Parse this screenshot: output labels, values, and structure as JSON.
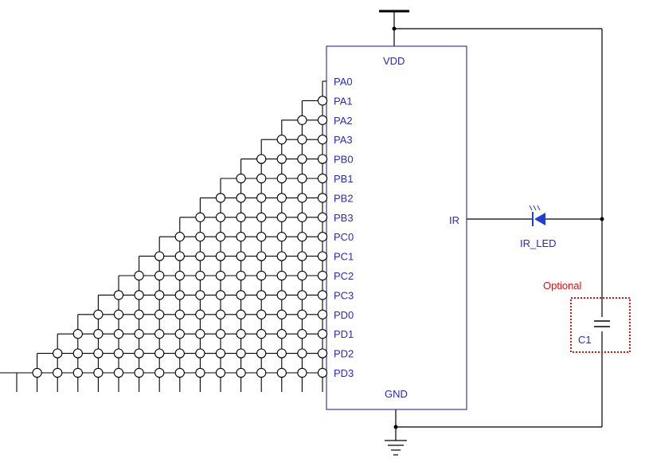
{
  "ic": {
    "vdd_label": "VDD",
    "gnd_label": "GND",
    "ir_pin_label": "IR",
    "port_pins": [
      "PA0",
      "PA1",
      "PA2",
      "PA3",
      "PB0",
      "PB1",
      "PB2",
      "PB3",
      "PC0",
      "PC1",
      "PC2",
      "PC3",
      "PD0",
      "PD1",
      "PD2",
      "PD3"
    ]
  },
  "components": {
    "ir_led_label": "IR_LED",
    "capacitor_label": "C1",
    "optional_label": "Optional"
  },
  "keypad_matrix": {
    "lines": 16,
    "description_visible": false
  },
  "colors": {
    "wire": "#000000",
    "ic_outline": "#3a3aa8",
    "label_blue": "#2a2ab8",
    "led_blue": "#1f3fd0",
    "optional_red": "#e01010"
  }
}
